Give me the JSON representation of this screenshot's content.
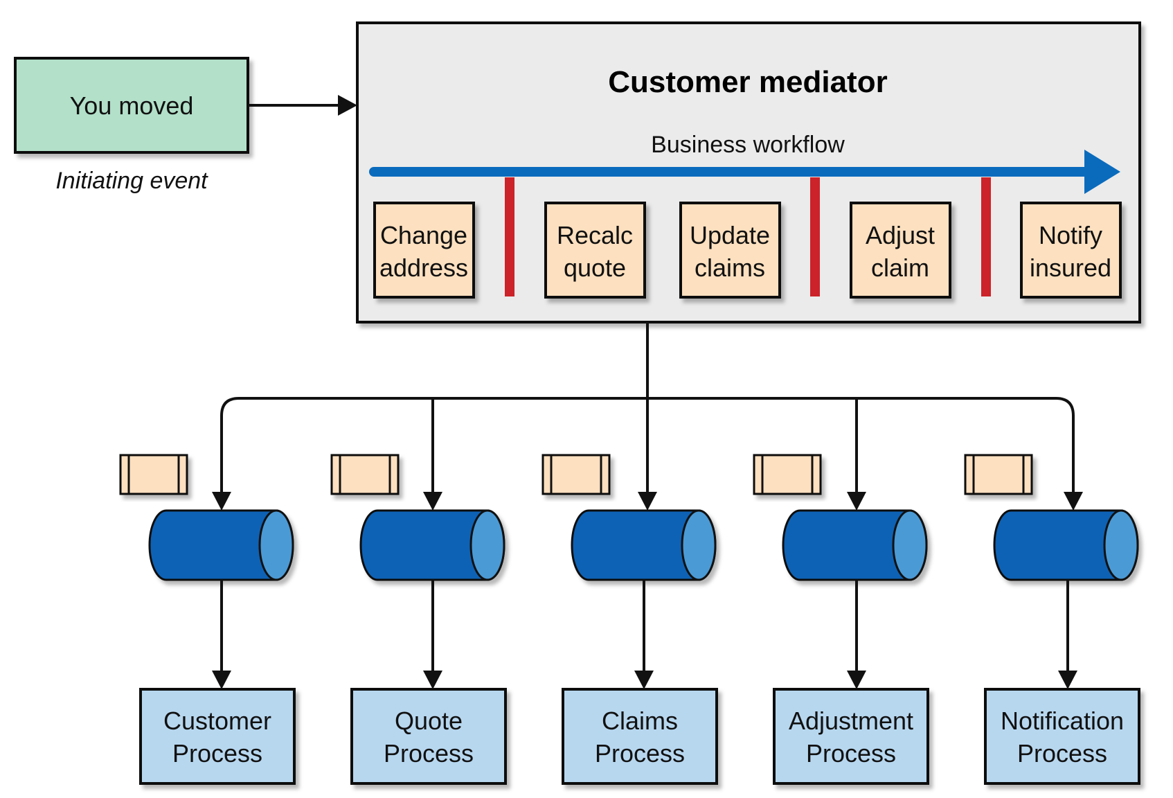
{
  "initiating_event": {
    "label": "You moved",
    "caption": "Initiating event"
  },
  "mediator": {
    "title": "Customer mediator",
    "workflow_label": "Business workflow",
    "steps": [
      {
        "line1": "Change",
        "line2": "address"
      },
      {
        "line1": "Recalc",
        "line2": "quote"
      },
      {
        "line1": "Update",
        "line2": "claims"
      },
      {
        "line1": "Adjust",
        "line2": "claim"
      },
      {
        "line1": "Notify",
        "line2": "insured"
      }
    ]
  },
  "processes": [
    {
      "line1": "Customer",
      "line2": "Process"
    },
    {
      "line1": "Quote",
      "line2": "Process"
    },
    {
      "line1": "Claims",
      "line2": "Process"
    },
    {
      "line1": "Adjustment",
      "line2": "Process"
    },
    {
      "line1": "Notification",
      "line2": "Process"
    }
  ],
  "colors": {
    "event_fill": "#b2e0c9",
    "mediator_fill": "#ebebeb",
    "step_fill": "#fde0bf",
    "workflow_arrow": "#0a6bbd",
    "separator": "#cc2229",
    "queue_body": "#0d62b5",
    "queue_cap": "#4a9ad6",
    "process_fill": "#b7d7ef",
    "message_fill": "#fde0bf"
  }
}
